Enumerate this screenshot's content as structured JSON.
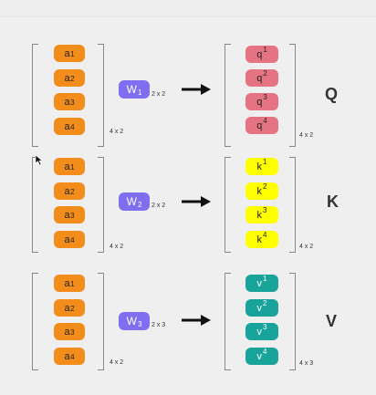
{
  "rows": [
    {
      "inputs": [
        {
          "base": "a",
          "sub": "1"
        },
        {
          "base": "a",
          "sub": "2"
        },
        {
          "base": "a",
          "sub": "3"
        },
        {
          "base": "a",
          "sub": "4"
        }
      ],
      "input_dim": "4 x 2",
      "weight": {
        "base": "W",
        "sub": "1"
      },
      "weight_dim": "2 x 2",
      "outputs": [
        {
          "base": "q",
          "sup": "1"
        },
        {
          "base": "q",
          "sup": "2"
        },
        {
          "base": "q",
          "sup": "3"
        },
        {
          "base": "q",
          "sup": "4"
        }
      ],
      "output_dim": "4 x 2",
      "label": "Q"
    },
    {
      "inputs": [
        {
          "base": "a",
          "sub": "1"
        },
        {
          "base": "a",
          "sub": "2"
        },
        {
          "base": "a",
          "sub": "3"
        },
        {
          "base": "a",
          "sub": "4"
        }
      ],
      "input_dim": "4 x 2",
      "weight": {
        "base": "W",
        "sub": "2"
      },
      "weight_dim": "2 x 2",
      "outputs": [
        {
          "base": "k",
          "sup": "1"
        },
        {
          "base": "k",
          "sup": "2"
        },
        {
          "base": "k",
          "sup": "3"
        },
        {
          "base": "k",
          "sup": "4"
        }
      ],
      "output_dim": "4 x 2",
      "label": "K"
    },
    {
      "inputs": [
        {
          "base": "a",
          "sub": "1"
        },
        {
          "base": "a",
          "sub": "2"
        },
        {
          "base": "a",
          "sub": "3"
        },
        {
          "base": "a",
          "sub": "4"
        }
      ],
      "input_dim": "4 x 2",
      "weight": {
        "base": "W",
        "sub": "3"
      },
      "weight_dim": "2 x 3",
      "outputs": [
        {
          "base": "v",
          "sup": "1"
        },
        {
          "base": "v",
          "sup": "2"
        },
        {
          "base": "v",
          "sup": "3"
        },
        {
          "base": "v",
          "sup": "4"
        }
      ],
      "output_dim": "4 x 3",
      "label": "V"
    }
  ],
  "colors": {
    "input": "#f28c1a",
    "weight": "#7f6ff0",
    "q": "#e57382",
    "k": "#ffff00",
    "v": "#18a39b"
  },
  "icons": [
    "right-arrow-icon",
    "mouse-cursor-icon"
  ]
}
